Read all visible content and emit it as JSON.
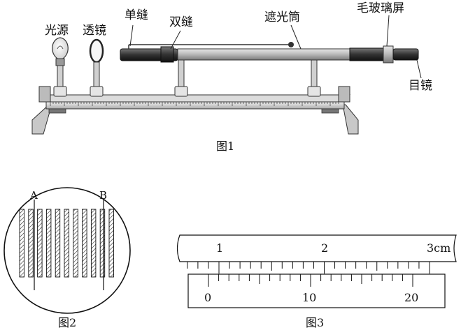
{
  "figure1": {
    "caption": "图1",
    "labels": {
      "light_source": "光源",
      "lens": "透镜",
      "single_slit": "单缝",
      "double_slit": "双缝",
      "tube": "遮光筒",
      "screen": "毛玻璃屏",
      "eyepiece": "目镜"
    }
  },
  "figure2": {
    "caption": "图2",
    "marker_a": "A",
    "marker_b": "B",
    "fringe_count": 11
  },
  "figure3": {
    "caption": "图3",
    "main_scale": {
      "labels": [
        "1",
        "2",
        "3cm"
      ]
    },
    "vernier": {
      "labels": [
        "0",
        "10",
        "20"
      ]
    }
  }
}
